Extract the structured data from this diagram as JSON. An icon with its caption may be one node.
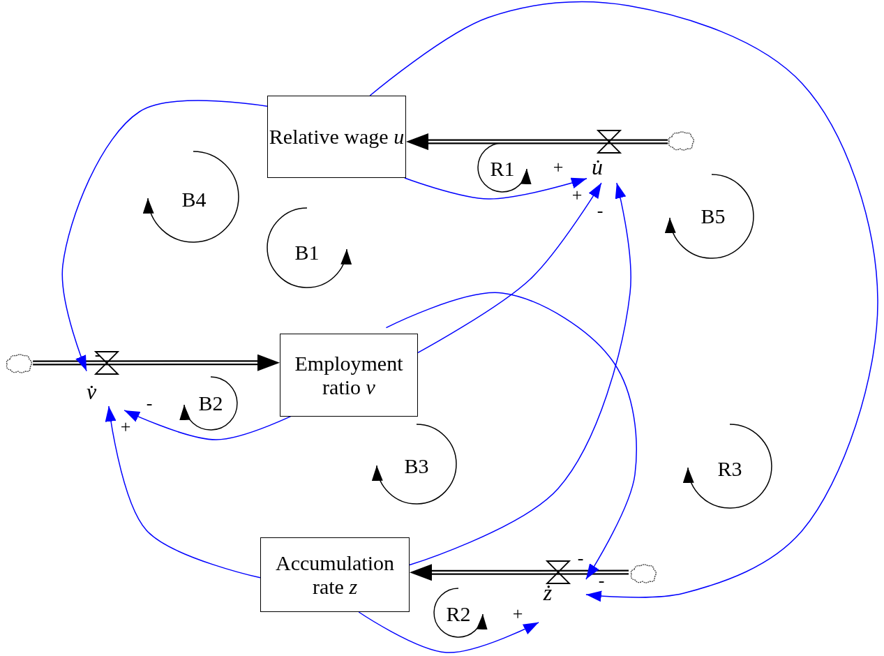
{
  "diagram": {
    "nodes": [
      {
        "text": [
          "Relative wage *u*"
        ]
      },
      {
        "text": [
          "Employment ratio *v*"
        ]
      },
      {
        "text": [
          "Accumulation rate *z*"
        ]
      },
      {
        "text": [
          "u̇"
        ]
      },
      {
        "text": [
          "v̇"
        ]
      },
      {
        "text": [
          "ż"
        ]
      },
      {
        "text": [],
        "shape": "cloud"
      },
      {
        "text": [],
        "shape": "cloud"
      },
      {
        "text": [],
        "shape": "cloud"
      }
    ],
    "edges": [
      {
        "from": 6,
        "to": 0,
        "arrow": "to",
        "style": "thick",
        "color": "#000000"
      },
      {
        "from": 7,
        "to": 1,
        "arrow": "to",
        "style": "thick",
        "color": "#000000"
      },
      {
        "from": 8,
        "to": 2,
        "arrow": "to",
        "style": "thick",
        "color": "#000000"
      },
      {
        "from": 0,
        "to": 3,
        "arrow": "to"
      },
      {
        "from": 1,
        "to": 3,
        "arrow": "to"
      },
      {
        "from": 2,
        "to": 3,
        "arrow": "to"
      },
      {
        "from": 0,
        "to": 4,
        "arrow": "to"
      },
      {
        "from": 1,
        "to": 4,
        "arrow": "to"
      },
      {
        "from": 2,
        "to": 4,
        "arrow": "to"
      },
      {
        "from": 2,
        "to": 5,
        "arrow": "to"
      },
      {
        "from": 1,
        "to": 5,
        "arrow": "to"
      },
      {
        "from": 0,
        "to": 5,
        "arrow": "to"
      }
    ],
    "labels": [
      "+",
      "R1",
      "+",
      "-",
      "B4",
      "B5",
      "B1",
      "-",
      "-",
      "B2",
      "+",
      "B3",
      "R3",
      "-",
      "-",
      "R2",
      "+"
    ]
  }
}
